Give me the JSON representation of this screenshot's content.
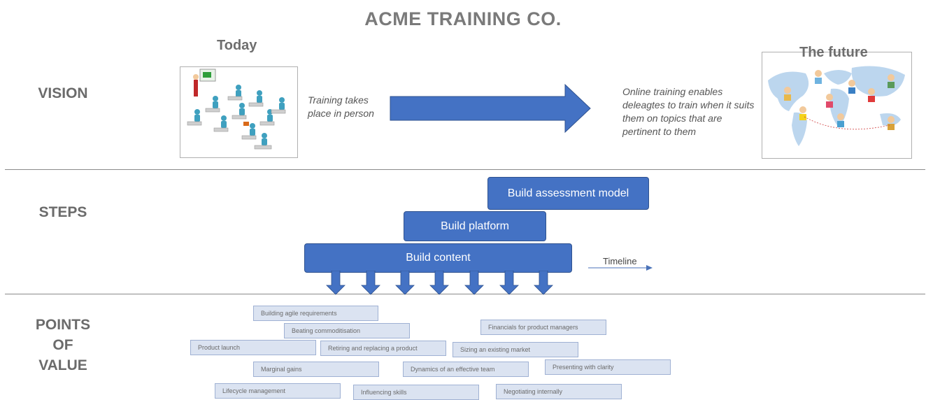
{
  "title": "ACME TRAINING CO.",
  "rows": {
    "vision": "VISION",
    "steps": "STEPS",
    "points": [
      "POINTS",
      "OF",
      "VALUE"
    ]
  },
  "vision": {
    "today_label": "Today",
    "today_text": [
      "Training takes",
      "place in person"
    ],
    "future_label": "The future",
    "future_text": [
      "Online training enables",
      "deleagtes to train when it suits",
      "them on topics that are",
      "pertinent to them"
    ]
  },
  "steps": {
    "build_assessment": "Build assessment model",
    "build_platform": "Build platform",
    "build_content": "Build content",
    "timeline": "Timeline"
  },
  "points_of_value": [
    "Building agile requirements",
    "Beating commoditisation",
    "Financials for product managers",
    "Product launch",
    "Retiring and replacing a product",
    "Sizing an existing market",
    "Marginal gains",
    "Dynamics of an effective team",
    "Presenting with clarity",
    "Lifecycle management",
    "Influencing skills",
    "Negotiating internally"
  ],
  "colors": {
    "box_fill": "#4472c4",
    "pov_fill": "#dbe3f1",
    "heading": "#6b6b6b"
  }
}
